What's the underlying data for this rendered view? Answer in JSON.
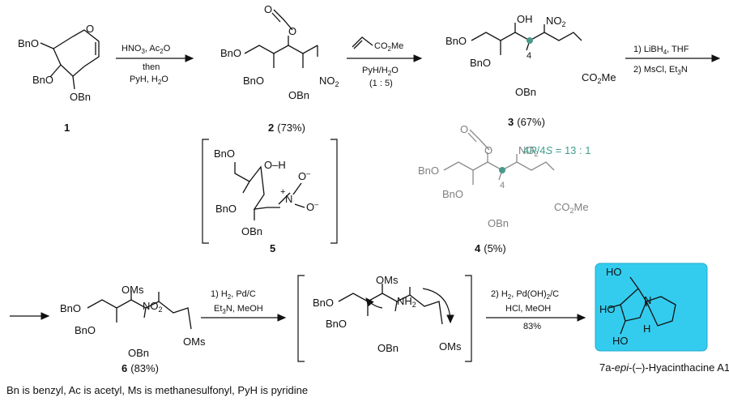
{
  "compounds": {
    "c1": {
      "number": "1",
      "bn1": "BnO",
      "bn2": "BnO",
      "bn3": "OBn",
      "o": "O"
    },
    "c2": {
      "number": "2",
      "yield": "(73%)",
      "bn1": "BnO",
      "bn2": "BnO",
      "bn3": "OBn",
      "no2": "NO",
      "no2_sub": "2",
      "o": "O"
    },
    "c3": {
      "number": "3",
      "yield": "(67%)",
      "bn1": "BnO",
      "bn2": "BnO",
      "bn3": "OBn",
      "oh": "OH",
      "no2": "NO",
      "no2_sub": "2",
      "ester": "CO",
      "ester_sub": "2",
      "ester_me": "Me",
      "c4": "4"
    },
    "c4": {
      "number": "4",
      "yield": "(5%)",
      "bn1": "BnO",
      "bn2": "BnO",
      "bn3": "OBn",
      "no2": "NO",
      "no2_sub": "2",
      "ester": "CO",
      "ester_sub": "2",
      "ester_me": "Me",
      "c4": "4",
      "o": "O",
      "ratio_pre": "4",
      "ratio_r": "R",
      "ratio_mid": "/4",
      "ratio_s": "S",
      "ratio_post": " = 13 : 1"
    },
    "c5": {
      "number": "5",
      "bn1": "BnO",
      "bn2": "BnO",
      "bn3": "OBn",
      "oh": "O–H",
      "o_minus_top": "O",
      "o_minus_right": "O",
      "n": "N",
      "plus": "+",
      "minus": "–"
    },
    "c6": {
      "number": "6",
      "yield": "(83%)",
      "bn1": "BnO",
      "bn2": "BnO",
      "bn3": "OBn",
      "oms1": "OMs",
      "oms2": "OMs",
      "no2": "NO",
      "no2_sub": "2"
    },
    "intermediate": {
      "bn1": "BnO",
      "bn2": "BnO",
      "bn3": "OBn",
      "oms1": "OMs",
      "oms2": "OMs",
      "nh2": "NH",
      "nh2_sub": "2"
    },
    "product": {
      "name_pre": "7a-",
      "name_epi": "epi",
      "name_post": "-(–)-Hyacinthacine A1",
      "ho1": "HO",
      "ho2": "HO",
      "ho3": "HO",
      "n": "N",
      "h": "H",
      "bg": "#33ccee"
    }
  },
  "arrows": {
    "a1": {
      "line1_pre": "HNO",
      "line1_sub": "3",
      "line1_post": ", Ac",
      "line1_sub2": "2",
      "line1_end": "O",
      "line2": "then",
      "line3_pre": "PyH, H",
      "line3_sub": "2",
      "line3_end": "O"
    },
    "a2": {
      "reagent_pre": "CO",
      "reagent_sub": "2",
      "reagent_end": "Me",
      "line2_pre": "PyH/H",
      "line2_sub": "2",
      "line2_end": "O",
      "line3": "(1 : 5)"
    },
    "a3": {
      "line1_pre": "1) LiBH",
      "line1_sub": "4",
      "line1_end": ", THF",
      "line2_pre": "2) MsCl, Et",
      "line2_sub": "3",
      "line2_end": "N"
    },
    "a4": {
      "line1": "1) H",
      "line1_sub": "2",
      "line1_end": ", Pd/C",
      "line2_pre": "Et",
      "line2_sub": "3",
      "line2_end": "N, MeOH"
    },
    "a5": {
      "line1_pre": "2) H",
      "line1_sub": "2",
      "line1_mid": ", Pd(OH)",
      "line1_sub2": "2",
      "line1_end": "/C",
      "line2": "HCl, MeOH",
      "line3": "83%"
    }
  },
  "footnote": "Bn is benzyl, Ac is acetyl, Ms is methanesulfonyl, PyH is pyridine",
  "colors": {
    "stereo_marker": "#4a9a8c",
    "ratio_text": "#3f9e8c",
    "gray_structure": "#808080"
  }
}
